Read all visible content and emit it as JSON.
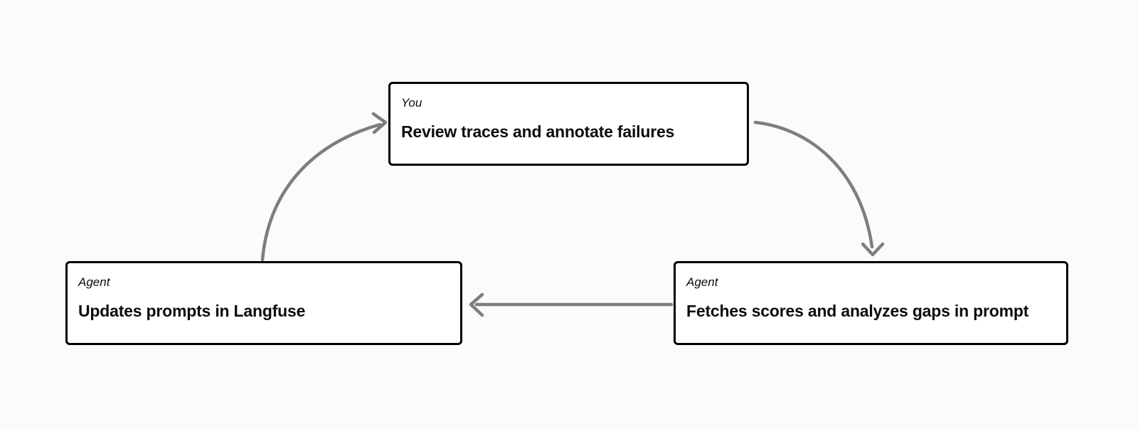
{
  "diagram": {
    "nodes": [
      {
        "id": "review",
        "actor": "You",
        "title": "Review traces and annotate failures"
      },
      {
        "id": "fetch",
        "actor": "Agent",
        "title": "Fetches scores and analyzes gaps in prompt"
      },
      {
        "id": "update",
        "actor": "Agent",
        "title": "Updates prompts in Langfuse"
      }
    ],
    "edges": [
      {
        "from": "update",
        "to": "review"
      },
      {
        "from": "review",
        "to": "fetch"
      },
      {
        "from": "fetch",
        "to": "update"
      }
    ],
    "colors": {
      "page_bg": "#fbfbfb",
      "node_bg": "#ffffff",
      "node_border": "#000000",
      "arrow": "#7e7e7e",
      "text": "#0d0d0d"
    }
  }
}
